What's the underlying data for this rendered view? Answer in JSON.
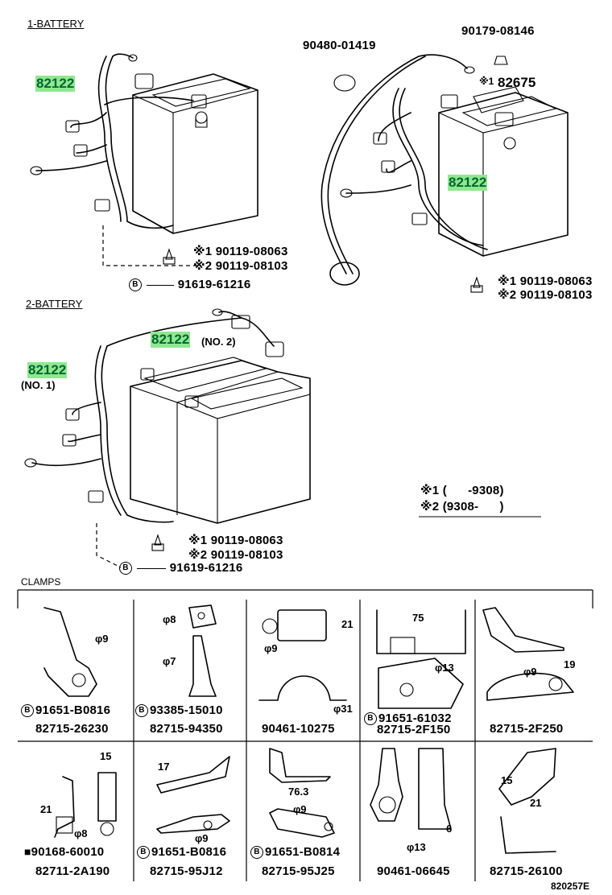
{
  "sections": {
    "battery1": "1-BATTERY",
    "battery2": "2-BATTERY",
    "clamps": "CLAMPS"
  },
  "battery1": {
    "harness_left": "82122",
    "harness_right": "82122",
    "grommet": "90480-01419",
    "nut": "90179-08146",
    "cover_mark": "※1",
    "cover": "82675",
    "bolt_left_1": "※1 90119-08063",
    "bolt_left_2": "※2 90119-08103",
    "clip_left_b": "B",
    "clip_left": "91619-61216",
    "bolt_right_1": "※1 90119-08063",
    "bolt_right_2": "※2 90119-08103"
  },
  "battery2": {
    "harness_no2": "82122",
    "harness_no2_tag": "(NO. 2)",
    "harness_no1": "82122",
    "harness_no1_tag": "(NO. 1)",
    "bolt_1": "※1 90119-08063",
    "bolt_2": "※2 90119-08103",
    "clip_b": "B",
    "clip": "91619-61216"
  },
  "legend": {
    "row1": "※1 (      -9308)",
    "row2": "※2 (9308-      )"
  },
  "clamps_row1": [
    {
      "bolt": "91651-B0816",
      "part": "82715-26230",
      "dims": [
        "φ9"
      ]
    },
    {
      "bolt": "93385-15010",
      "part": "82715-94350",
      "dims": [
        "φ8",
        "φ7"
      ]
    },
    {
      "bolt": "",
      "part": "90461-10275",
      "dims": [
        "21",
        "φ9",
        "φ31"
      ]
    },
    {
      "bolt": "91651-61032",
      "part": "82715-2F150",
      "dims": [
        "75",
        "φ13"
      ]
    },
    {
      "bolt": "",
      "part": "82715-2F250",
      "dims": [
        "φ9",
        "19"
      ]
    }
  ],
  "clamps_row2": [
    {
      "bolt": "90168-60010",
      "part": "82711-2A190",
      "dims": [
        "15",
        "21",
        "φ8"
      ]
    },
    {
      "bolt": "91651-B0816",
      "part": "82715-95J12",
      "dims": [
        "17",
        "φ9"
      ]
    },
    {
      "bolt": "91651-B0814",
      "part": "82715-95J25",
      "dims": [
        "76.3",
        "φ9"
      ]
    },
    {
      "bolt": "",
      "part": "90461-06645",
      "dims": [
        "φ13",
        "6"
      ]
    },
    {
      "bolt": "",
      "part": "82715-26100",
      "dims": [
        "15",
        "21"
      ]
    }
  ],
  "figure_code": "820257E"
}
